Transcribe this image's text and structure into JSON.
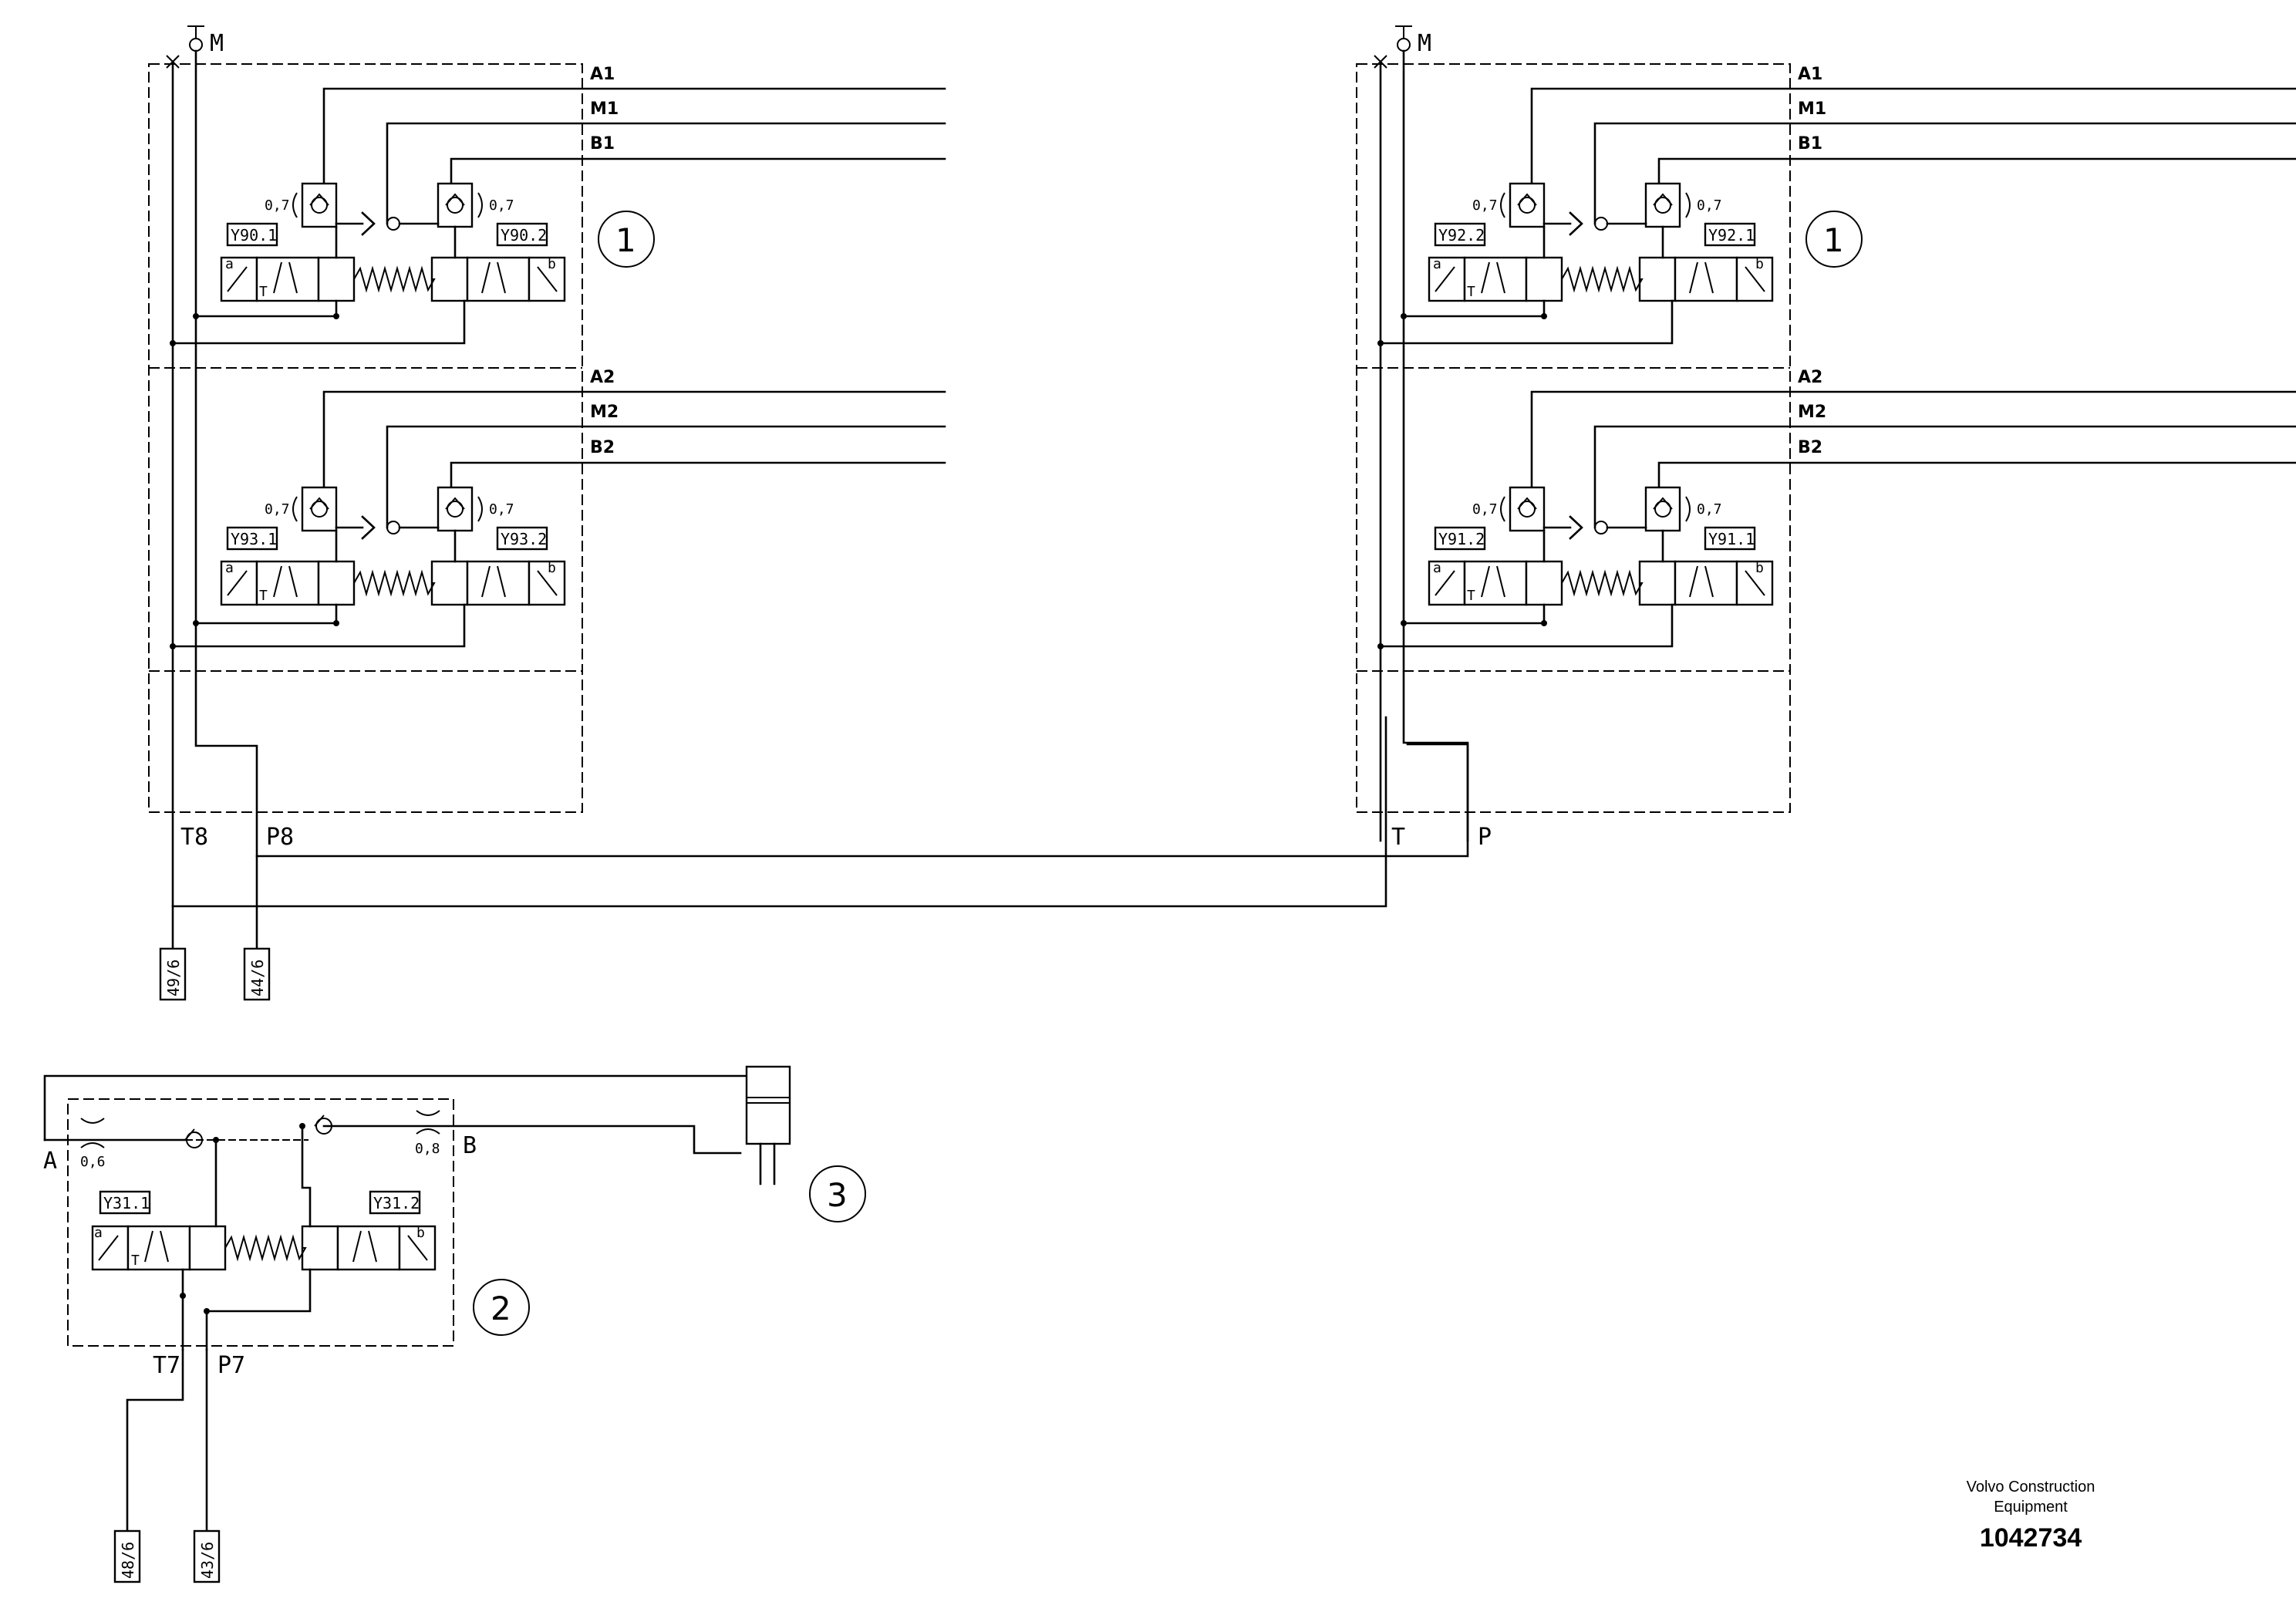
{
  "diagram": {
    "groups": [
      {
        "port_m": "M",
        "sections": [
          {
            "lines": [
              "A1",
              "M1",
              "B1"
            ],
            "orifice_left": "0,7",
            "orifice_right": "0,7",
            "solenoid_left": "Y90.1",
            "solenoid_right": "Y90.2",
            "side_a": "a",
            "side_b": "b",
            "tank": "T"
          },
          {
            "lines": [
              "A2",
              "M2",
              "B2"
            ],
            "orifice_left": "0,7",
            "orifice_right": "0,7",
            "solenoid_left": "Y93.1",
            "solenoid_right": "Y93.2",
            "side_a": "a",
            "side_b": "b",
            "tank": "T"
          }
        ],
        "callout": "1",
        "port_t": "T8",
        "port_p": "P8"
      },
      {
        "port_m": "M",
        "sections": [
          {
            "lines": [
              "A1",
              "M1",
              "B1"
            ],
            "orifice_left": "0,7",
            "orifice_right": "0,7",
            "solenoid_left": "Y92.2",
            "solenoid_right": "Y92.1",
            "side_a": "a",
            "side_b": "b",
            "tank": "T"
          },
          {
            "lines": [
              "A2",
              "M2",
              "B2"
            ],
            "orifice_left": "0,7",
            "orifice_right": "0,7",
            "solenoid_left": "Y91.2",
            "solenoid_right": "Y91.1",
            "side_a": "a",
            "side_b": "b",
            "tank": "T"
          }
        ],
        "callout": "1",
        "port_t": "T",
        "port_p": "P"
      }
    ],
    "connectors_top": [
      "49/6",
      "44/6"
    ],
    "valve2": {
      "port_a": "A",
      "port_b": "B",
      "orifice_a": "0,6",
      "orifice_b": "0,8",
      "solenoid_left": "Y31.1",
      "solenoid_right": "Y31.2",
      "side_a": "a",
      "side_b": "b",
      "tank": "T",
      "callout": "2",
      "port_t": "T7",
      "port_p": "P7"
    },
    "cylinder_callout": "3",
    "connectors_bottom": [
      "48/6",
      "43/6"
    ]
  },
  "footer": {
    "brand_line1": "Volvo Construction",
    "brand_line2": "Equipment",
    "doc_number": "1042734"
  }
}
